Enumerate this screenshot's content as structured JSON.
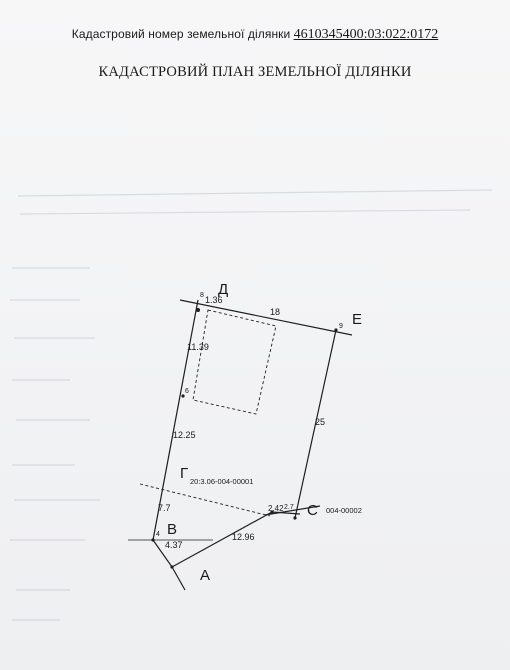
{
  "header": {
    "cadastral_label": "Кадастровий номер земельної ділянки",
    "cadastral_number": "4610345400:03:022:0172",
    "title": "КАДАСТРОВИЙ ПЛАН ЗЕМЕЛЬНОЇ ДІЛЯНКИ"
  },
  "plan": {
    "vertices": {
      "d": "Д",
      "e": "Е",
      "g": "Г",
      "v": "В",
      "s": "С",
      "a": "А"
    },
    "point_numbers": {
      "p9": "9",
      "p6": "6",
      "p4": "4",
      "p8": "8"
    },
    "distances": {
      "top_short": "1.36",
      "top_long": "18",
      "left_upper": "11.39",
      "left_mid": "12.25",
      "right": "25",
      "left_lower": "7.7",
      "bottom_left": "4.37",
      "bottom_right": "12.96",
      "bottom_small": "2.42",
      "bottom_small2": "2.7"
    },
    "neighbors": {
      "upper": "20:3.06-004-00001",
      "lower": "004-00002"
    }
  }
}
